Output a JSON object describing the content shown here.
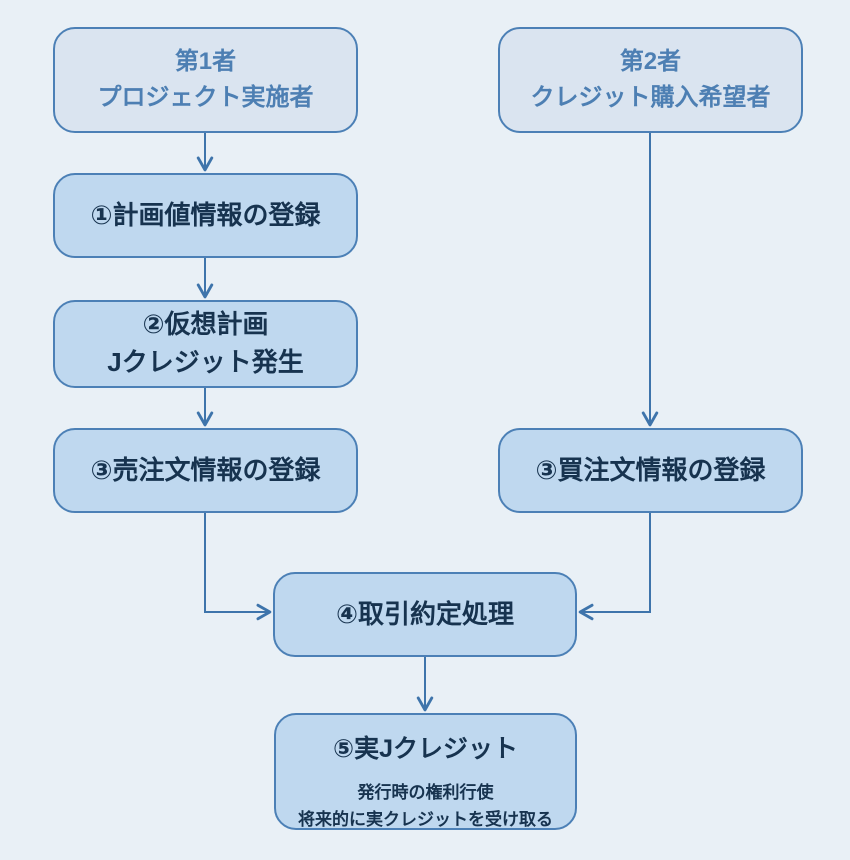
{
  "diagram": {
    "type": "flowchart",
    "colors": {
      "background": "#e9f0f6",
      "box_border": "#4c80b6",
      "actor_fill": "#dae4f0",
      "actor_text": "#4d7fb3",
      "process_fill": "#bfd8ef",
      "process_text": "#17334f",
      "arrow": "#3e74ab"
    }
  },
  "nodes": {
    "actor1": {
      "line1": "第1者",
      "line2": "プロジェクト実施者"
    },
    "actor2": {
      "line1": "第2者",
      "line2": "クレジット購入希望者"
    },
    "step1": {
      "label": "①計画値情報の登録"
    },
    "step2": {
      "line1": "②仮想計画",
      "line2": "Jクレジット発生"
    },
    "step3_sell": {
      "label": "③売注文情報の登録"
    },
    "step3_buy": {
      "label": "③買注文情報の登録"
    },
    "step4": {
      "label": "④取引約定処理"
    },
    "step5": {
      "title": "⑤実Jクレジット",
      "note1": "発行時の権利行使",
      "note2": "将来的に実クレジットを受け取る"
    }
  },
  "edges": [
    {
      "from": "actor1",
      "to": "step1"
    },
    {
      "from": "step1",
      "to": "step2"
    },
    {
      "from": "step2",
      "to": "step3_sell"
    },
    {
      "from": "actor2",
      "to": "step3_buy"
    },
    {
      "from": "step3_sell",
      "to": "step4"
    },
    {
      "from": "step3_buy",
      "to": "step4"
    },
    {
      "from": "step4",
      "to": "step5"
    }
  ]
}
